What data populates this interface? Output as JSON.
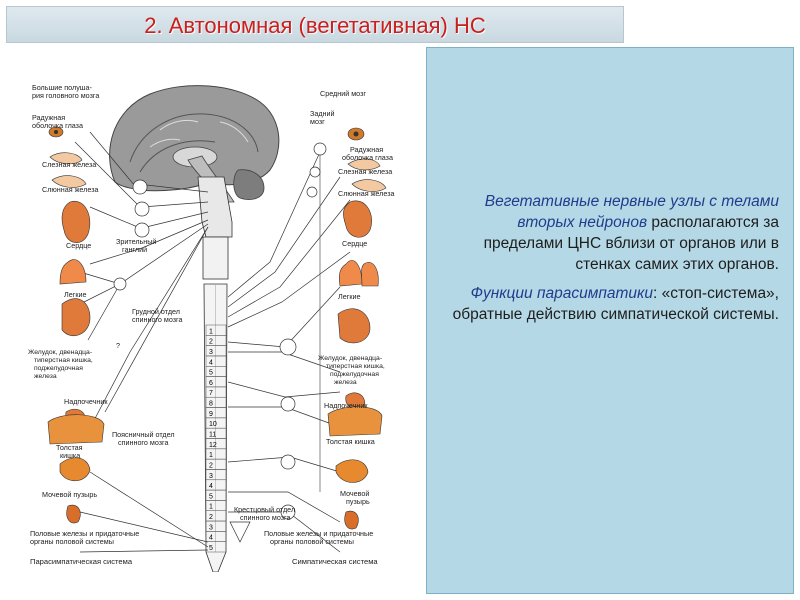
{
  "title": "2. Автономная (вегетативная) НС",
  "panel": {
    "p1_highlight": "Вегетативные нервные узлы с телами вторых нейронов",
    "p1_rest": "располагаются за пределами ЦНС вблизи от органов или в стенках самих этих органов.",
    "p2_highlight": "Функции парасимпатики",
    "p2_colon": ":",
    "p2_rest": "«стоп-система», обратные действию симпатической системы."
  },
  "diagram": {
    "left_labels": {
      "brain": [
        "Большие полуша-",
        "рия головного мозга"
      ],
      "iris": [
        "Радужная",
        "оболочка глаза"
      ],
      "lacrimal": "Слезная железа",
      "salivary": "Слюнная железа",
      "heart": "Сердце",
      "ganglion": [
        "Зрительный",
        "ганглий"
      ],
      "lungs": "Легкие",
      "thoracic": [
        "Грудной отдел",
        "спинного мозга"
      ],
      "stomach": [
        "Желудок, двенадца-",
        "типерстная кишка,",
        "поджелудочная",
        "железа"
      ],
      "adrenal": "Надпочечник",
      "colon": [
        "Толстая",
        "кишка"
      ],
      "lumbar": [
        "Поясничный отдел",
        "спинного мозга"
      ],
      "bladder": "Мочевой пузырь",
      "gonads": [
        "Половые железы и придаточные",
        "органы половой системы"
      ],
      "question": "?"
    },
    "right_labels": {
      "midbrain": "Средний мозг",
      "hindbrain": [
        "Задний",
        "мозг"
      ],
      "iris": [
        "Радужная",
        "оболочка глаза"
      ],
      "lacrimal": "Слезная железа",
      "salivary": "Слюнная железа",
      "heart": "Сердце",
      "lungs": "Легкие",
      "stomach": [
        "Желудок, двенадца-",
        "типерстная кишка,",
        "поджелудочная",
        "железа"
      ],
      "adrenal": "Надпочечник",
      "colon": "Толстая кишка",
      "bladder": [
        "Мочевой",
        "пузырь"
      ],
      "sacral": [
        "Крестцовый отдел",
        "спинного мозга"
      ],
      "gonads": [
        "Половые железы и придаточные",
        "органы половой системы"
      ]
    },
    "segments": [
      "1",
      "2",
      "3",
      "4",
      "5",
      "6",
      "7",
      "8",
      "9",
      "10",
      "11",
      "12",
      "1",
      "2",
      "3",
      "4",
      "5",
      "1",
      "2",
      "3",
      "4",
      "5"
    ],
    "footer_left": "Парасимпатическая система",
    "footer_right": "Симпатическая система"
  }
}
